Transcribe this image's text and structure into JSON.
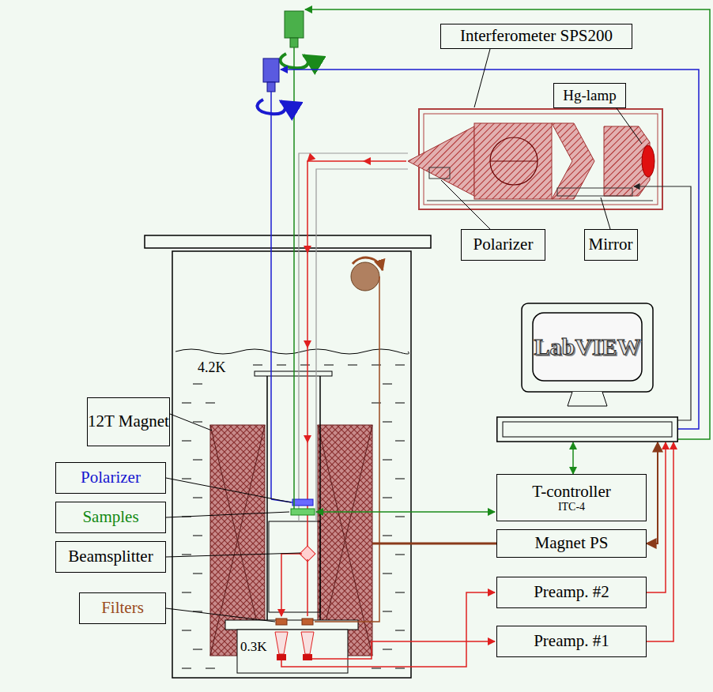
{
  "diagram": {
    "nodes": [
      {
        "text": [
          "Interferometer SPS200"
        ]
      },
      {
        "text": [
          "Hg-lamp"
        ]
      },
      {
        "text": [
          "Polarizer"
        ]
      },
      {
        "text": [
          "Mirror"
        ]
      },
      {
        "text": [
          "LabVIEW"
        ]
      },
      {
        "text": [
          "12T Magnet"
        ]
      },
      {
        "text": [
          "Polarizer"
        ]
      },
      {
        "text": [
          "Samples"
        ]
      },
      {
        "text": [
          "T-controller",
          "ITC-4"
        ]
      },
      {
        "text": [
          "Beamsplitter"
        ]
      },
      {
        "text": [
          "Magnet PS"
        ]
      },
      {
        "text": [
          "Filters"
        ]
      },
      {
        "text": [
          "Preamp. #2"
        ]
      },
      {
        "text": [
          "Preamp. #1"
        ]
      }
    ],
    "edges": [
      {
        "from": 8,
        "to": 4,
        "arrow": "both"
      },
      {
        "from": 10,
        "to": 4,
        "arrow": "both"
      },
      {
        "from": 12,
        "to": 4,
        "arrow": "to"
      },
      {
        "from": 13,
        "to": 4,
        "arrow": "to"
      }
    ],
    "labels": [
      "4.2K",
      "0.3K"
    ]
  }
}
